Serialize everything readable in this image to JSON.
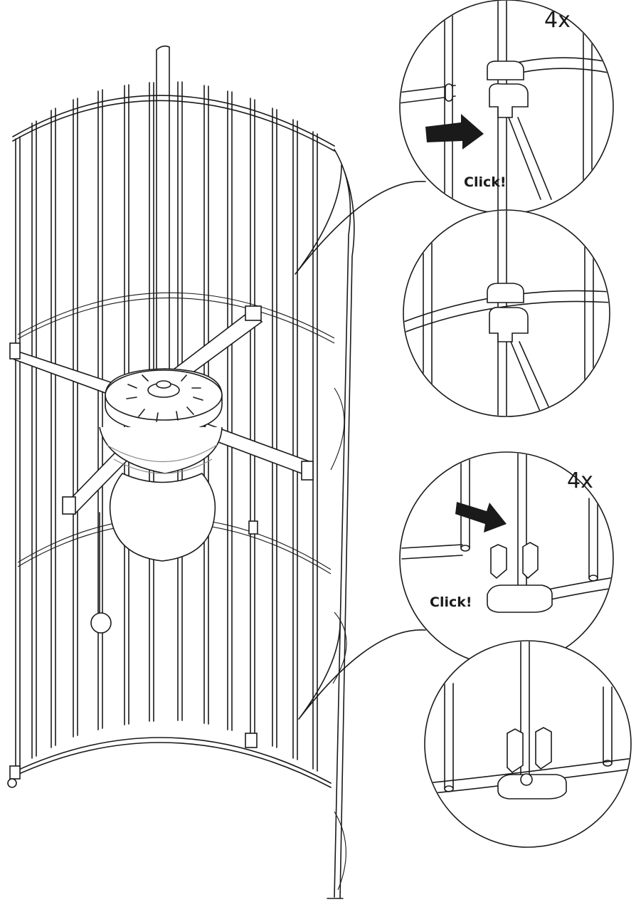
{
  "callouts": [
    {
      "count": "4x",
      "action": "Click!"
    },
    {
      "count": "4x",
      "action": "Click!"
    }
  ]
}
